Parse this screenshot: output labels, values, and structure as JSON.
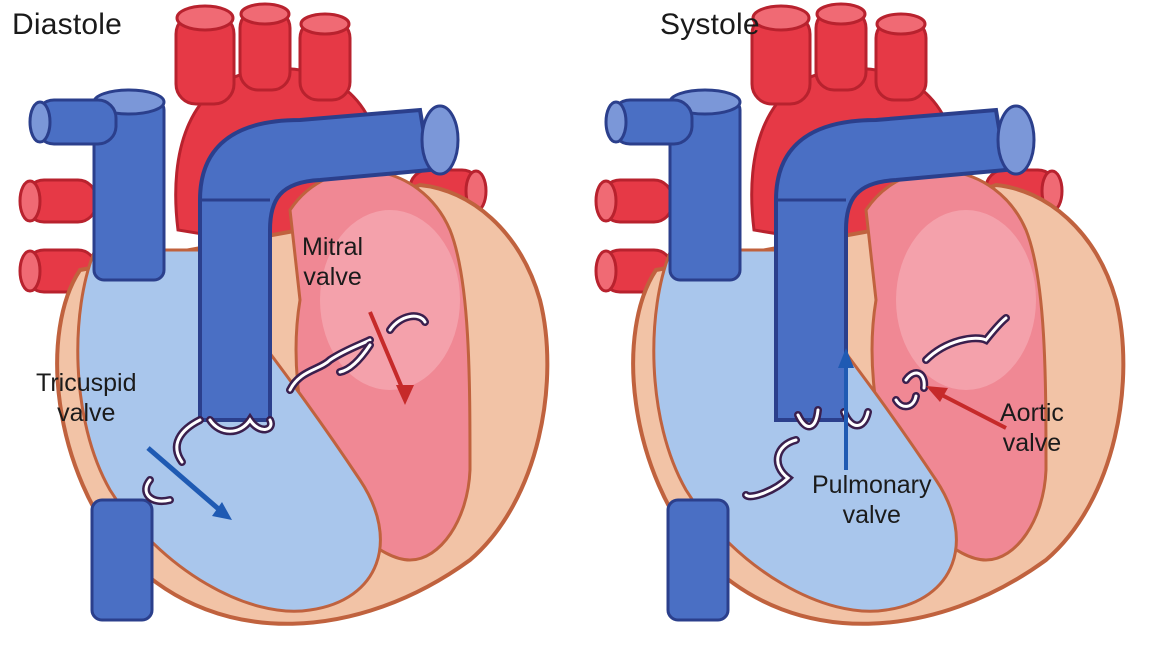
{
  "diastole": {
    "title": "Diastole",
    "labels": {
      "mitral": [
        "Mitral",
        "valve"
      ],
      "tricuspid": [
        "Tricuspid",
        "valve"
      ]
    }
  },
  "systole": {
    "title": "Systole",
    "labels": {
      "aortic": [
        "Aortic",
        "valve"
      ],
      "pulmonary": [
        "Pulmonary",
        "valve"
      ]
    }
  },
  "colors": {
    "oxygenated": "#e63946",
    "deoxygenated": "#4a6fc4",
    "chamber_red": "#f08894",
    "chamber_blue": "#a9c6ec",
    "muscle": "#f2c3a6",
    "outline": "#c0623e",
    "valve": "#3a1f4d",
    "arrow_red": "#c62a2a",
    "arrow_blue": "#1f5ab3"
  }
}
